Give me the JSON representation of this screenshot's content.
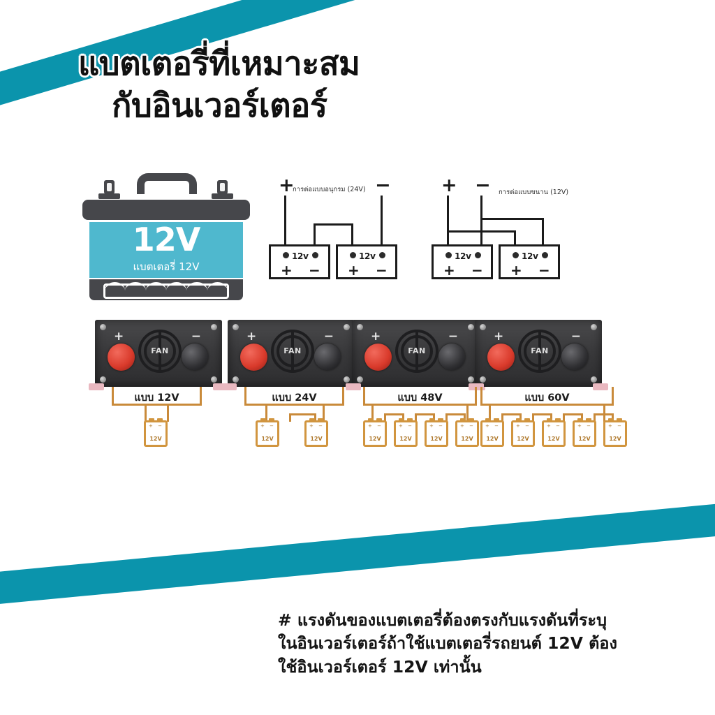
{
  "theme": {
    "accent_teal": "#0b94ac",
    "battery_blue": "#4fb8ce",
    "wire_orange": "#d1953f",
    "terminal_red": "#d93a2b",
    "background": "#ffffff"
  },
  "title": {
    "line1": "แบตเตอรี่ที่เหมาะสม",
    "line2": "กับอินเวอร์เตอร์"
  },
  "hero_battery": {
    "voltage": "12V",
    "caption": "แบตเตอรี่ 12V"
  },
  "wiring_diagrams": [
    {
      "id": "series",
      "label": "การต่อแบบอนุกรม (24V)",
      "terminal_left": "+",
      "terminal_right": "−",
      "batteries": [
        {
          "voltage": "12v",
          "plus": "+",
          "minus": "−"
        },
        {
          "voltage": "12v",
          "plus": "+",
          "minus": "−"
        }
      ]
    },
    {
      "id": "parallel",
      "label": "การต่อแบบขนาน (12V)",
      "terminal_left": "+",
      "terminal_right": "−",
      "batteries": [
        {
          "voltage": "12v",
          "plus": "+",
          "minus": "−"
        },
        {
          "voltage": "12v",
          "plus": "+",
          "minus": "−"
        }
      ]
    }
  ],
  "inverter": {
    "plus_label": "+",
    "minus_label": "−",
    "fan_label": "FAN"
  },
  "banks": [
    {
      "label": "แบบ 12V",
      "battery_count": 1,
      "battery_voltage": "12V",
      "plus": "+",
      "minus": "−"
    },
    {
      "label": "แบบ 24V",
      "battery_count": 2,
      "battery_voltage": "12V",
      "plus": "+",
      "minus": "−"
    },
    {
      "label": "แบบ 48V",
      "battery_count": 4,
      "battery_voltage": "12V",
      "plus": "+",
      "minus": "−"
    },
    {
      "label": "แบบ 60V",
      "battery_count": 5,
      "battery_voltage": "12V",
      "plus": "+",
      "minus": "−"
    }
  ],
  "note": {
    "line1": "# แรงดันของแบตเตอรี่ต้องตรงกับแรงดันที่ระบุ",
    "line2": "ในอินเวอร์เตอร์ถ้าใช้แบตเตอรี่รถยนต์ 12V ต้อง",
    "line3": "ใช้อินเวอร์เตอร์ 12V เท่านั้น"
  }
}
